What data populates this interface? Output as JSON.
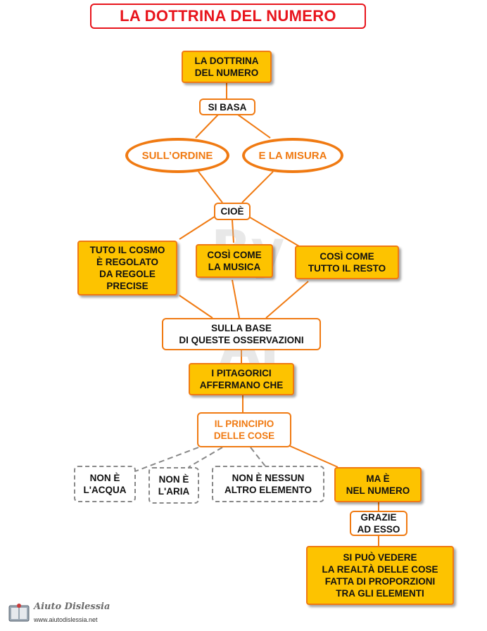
{
  "title": "LA DOTTRINA DEL NUMERO",
  "nodes": {
    "root": "LA DOTTRINA\nDEL NUMERO",
    "si_basa": "SI BASA",
    "ordine": "SULL’ORDINE",
    "misura": "E LA MISURA",
    "cioe": "CIOÈ",
    "cosmo": "TUTO IL COSMO\nÈ REGOLATO\nDA REGOLE\nPRECISE",
    "musica": "COSÌ COME\nLA MUSICA",
    "resto": "COSÌ COME\nTUTTO IL RESTO",
    "base": "SULLA BASE\nDI QUESTE OSSERVAZIONI",
    "pitagorici": "I PITAGORICI\nAFFERMANO CHE",
    "principio": "IL PRINCIPIO\nDELLE COSE",
    "acqua": "NON È\nL'ACQUA",
    "aria": "NON È\nL'ARIA",
    "elemento": "NON È NESSUN\nALTRO ELEMENTO",
    "numero": "MA È\nNEL NUMERO",
    "grazie": "GRAZIE\nAD ESSO",
    "realta": "SI PUÒ VEDERE\nLA REALTÀ DELLE COSE\nFATTA DI PROPORZIONI\nTRA GLI ELEMENTI"
  },
  "watermark": {
    "top": "By",
    "bottom": "AI"
  },
  "footer": {
    "logo_title": "Aiuto Dislessia",
    "logo_url": "www.aiutodislessia.net"
  },
  "colors": {
    "accent_orange": "#f07a12",
    "node_fill": "#fdc300",
    "title_red": "#e8141c",
    "dashed_gray": "#888888"
  }
}
